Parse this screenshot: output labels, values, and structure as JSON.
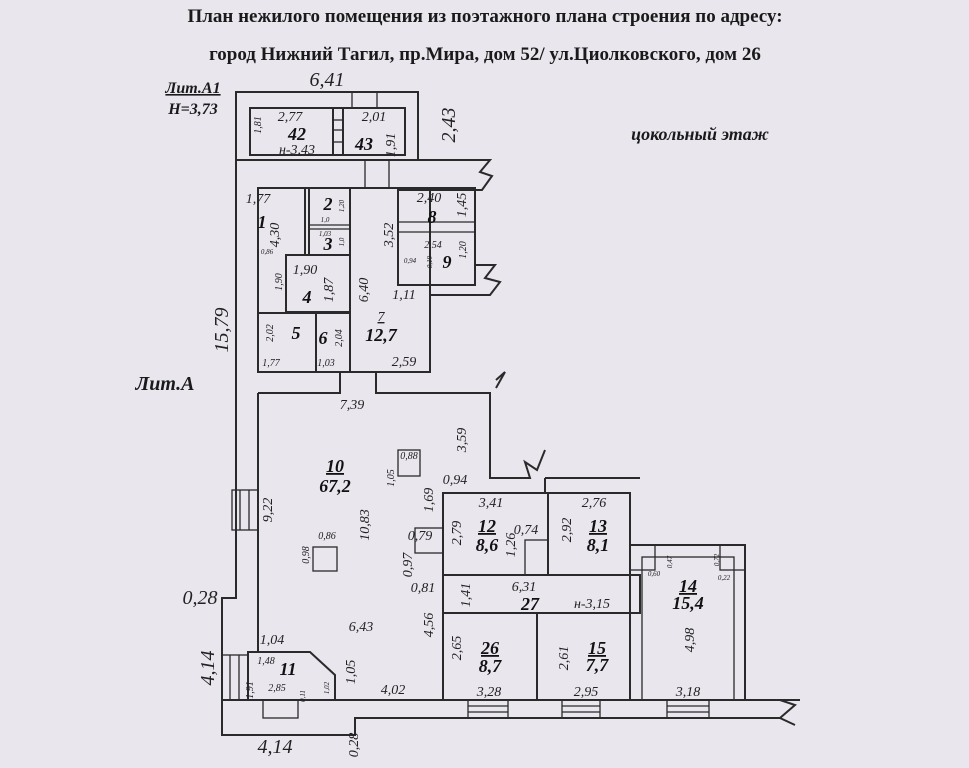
{
  "title": {
    "line1": "План  нежилого помещения из поэтажного плана строения по адресу:",
    "line2": "город Нижний Тагил, пр.Мира, дом 52/ ул.Циолковского, дом 26"
  },
  "floor_label": "цокольный этаж",
  "lit_a1": {
    "name": "Лит.А1",
    "height": "Н=3,73"
  },
  "lit_a": "Лит.А",
  "outer_dimensions": [
    "6,41",
    "2,43",
    "15,79",
    "0,28",
    "4,14",
    "4,14",
    "0,28"
  ],
  "rooms": [
    {
      "number": "42",
      "area": "н-3,43",
      "dims": [
        "2,77",
        "1,81"
      ]
    },
    {
      "number": "43",
      "dims": [
        "2,01",
        "1,91"
      ]
    },
    {
      "number": "1",
      "dims": [
        "1,77",
        "4,30",
        "0,86"
      ]
    },
    {
      "number": "2",
      "dims": [
        "1,0",
        "1,20"
      ]
    },
    {
      "number": "3",
      "dims": [
        "1,03",
        "1,0"
      ]
    },
    {
      "number": "4",
      "dims": [
        "1,90",
        "1,87",
        "1,90"
      ]
    },
    {
      "number": "5",
      "dims": [
        "2,02",
        "1,77"
      ]
    },
    {
      "number": "6",
      "dims": [
        "2,04",
        "1,03"
      ]
    },
    {
      "number": "7",
      "area": "12,7",
      "dims": [
        "6,40",
        "1,11",
        "2,59",
        "3,52"
      ]
    },
    {
      "number": "8",
      "dims": [
        "2,40",
        "1,45"
      ]
    },
    {
      "number": "9",
      "dims": [
        "2,54",
        "1,20",
        "0,94",
        "0,19"
      ]
    },
    {
      "number": "10",
      "area": "67,2",
      "dims": [
        "7,39",
        "3,59",
        "9,22",
        "10,83",
        "0,88",
        "1,05",
        "0,86",
        "0,98",
        "6,43",
        "1,04",
        "0,94",
        "1,69",
        "0,79",
        "0,97",
        "0,81",
        "4,56",
        "4,02",
        "1,41"
      ]
    },
    {
      "number": "11",
      "dims": [
        "1,48",
        "2,85",
        "1,91",
        "1,05",
        "0,11",
        "1,02"
      ]
    },
    {
      "number": "12",
      "area": "8,6",
      "dims": [
        "3,41",
        "2,79",
        "0,74",
        "1,26"
      ]
    },
    {
      "number": "13",
      "area": "8,1",
      "dims": [
        "2,76",
        "2,92"
      ]
    },
    {
      "number": "27",
      "area": "н-3,15",
      "dims": [
        "6,31"
      ]
    },
    {
      "number": "26",
      "area": "8,7",
      "dims": [
        "2,65",
        "3,28"
      ]
    },
    {
      "number": "15",
      "area": "7,7",
      "dims": [
        "2,61",
        "2,95"
      ]
    },
    {
      "number": "14",
      "area": "15,4",
      "dims": [
        "4,98",
        "3,18",
        "0,60",
        "0,47",
        "0,72",
        "0,22"
      ]
    }
  ],
  "colors": {
    "background": "#e9e6ee",
    "lines": "#2a2a2a"
  }
}
